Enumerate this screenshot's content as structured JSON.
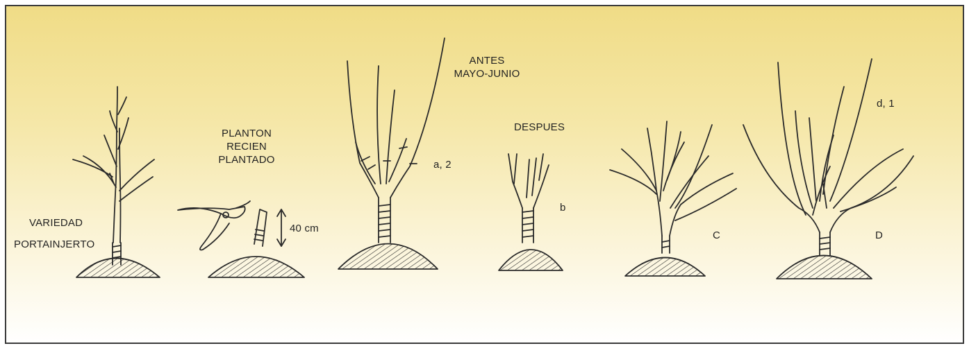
{
  "labels": {
    "variedad": "VARIEDAD",
    "portainjerto": "PORTAINJERTO",
    "planton_line1": "PLANTON",
    "planton_line2": "RECIEN",
    "planton_line3": "PLANTADO",
    "height_40cm": "40 cm",
    "antes_line1": "ANTES",
    "antes_line2": "MAYO-JUNIO",
    "a2": "a, 2",
    "despues": "DESPUES",
    "b": "b",
    "c": "C",
    "d_upper": "D",
    "d1": "d, 1"
  },
  "colors": {
    "background_top": "#f3e39a",
    "background_bottom": "#ffffff",
    "line": "#2a2a2a",
    "border": "#3a3a3a"
  }
}
